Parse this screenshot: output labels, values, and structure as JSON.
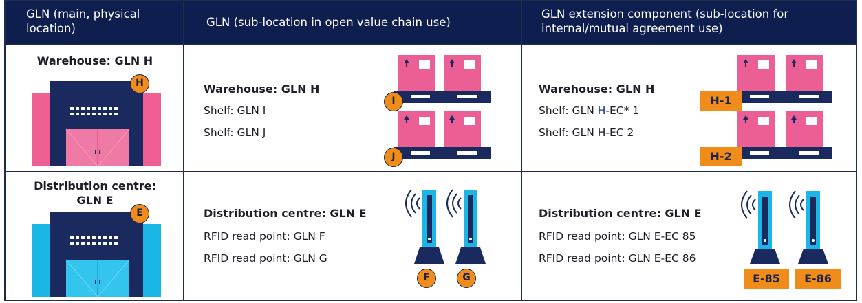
{
  "headers": {
    "col1": "GLN (main, physical location)",
    "col1_line1": "GLN (main, physical",
    "col1_line2": "location)",
    "col2": "GLN (sub-location in open value chain use)",
    "col3_line1": "GLN extension component (sub-location for",
    "col3_line2": "internal/mutual agreement use)"
  },
  "row1": {
    "main_title": "Warehouse: GLN H",
    "main_badge": "H",
    "open": {
      "title": "Warehouse: GLN H",
      "lines": [
        "Shelf: GLN I",
        "Shelf: GLN J"
      ],
      "badges": [
        "I",
        "J"
      ]
    },
    "ext": {
      "title": "Warehouse: GLN H",
      "line1_prefix": "Shelf: GLN ",
      "line1_highlight": "H",
      "line1_suffix": "-EC* 1",
      "line2": "Shelf: GLN H-EC 2",
      "tags": [
        "H-1",
        "H-2"
      ]
    }
  },
  "row2": {
    "main_title_line1": "Distribution centre:",
    "main_title_line2": "GLN E",
    "main_badge": "E",
    "open": {
      "title": "Distribution centre: GLN E",
      "lines": [
        "RFID read point: GLN F",
        "RFID read point: GLN G"
      ],
      "badges": [
        "F",
        "G"
      ]
    },
    "ext": {
      "title": "Distribution centre: GLN E",
      "lines": [
        "RFID read point: GLN E-EC 85",
        "RFID read point: GLN E-EC 86"
      ],
      "tags": [
        "E-85",
        "E-86"
      ]
    }
  },
  "colors": {
    "header_bg": "#0e1f4f",
    "navy": "#1b2a5e",
    "pink": "#e95b8f",
    "pink_light": "#ef7aa6",
    "cyan": "#19b6e6",
    "orange": "#f08c1a"
  }
}
